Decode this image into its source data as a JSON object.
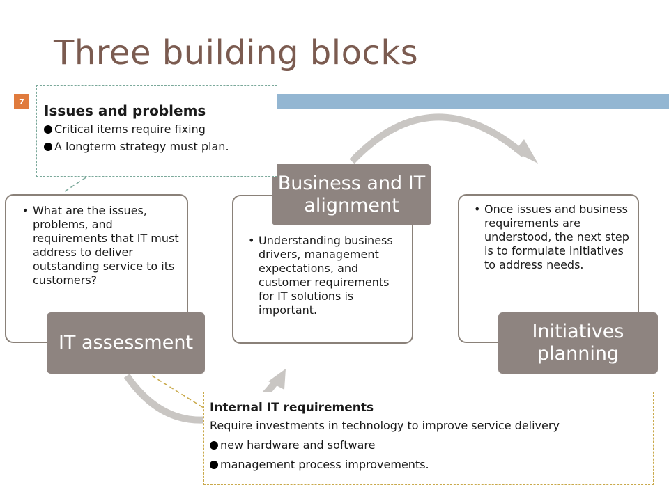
{
  "slide": {
    "title": "Three building blocks",
    "number": "7"
  },
  "blocks": [
    {
      "label": "IT assessment",
      "text": "What are the issues, problems, and requirements that IT must address to deliver outstanding service to its customers?"
    },
    {
      "label": "Business and IT alignment",
      "text": "Understanding business drivers, management expectations, and customer requirements for IT solutions is important."
    },
    {
      "label": "Initiatives planning",
      "text": "Once issues and business requirements are understood, the next step is to formulate initiatives to address needs."
    }
  ],
  "callouts": {
    "issues": {
      "title": "Issues and problems",
      "items": [
        "Critical items require fixing",
        "A longterm strategy must plan."
      ]
    },
    "internal": {
      "title": "Internal IT requirements",
      "subtitle": "Require investments in technology to improve service delivery",
      "items": [
        "new hardware and software",
        "management process improvements."
      ]
    }
  },
  "colors": {
    "title": "#7b5b50",
    "slide_number_bg": "#e07b3d",
    "accent_bar": "#93b6d2",
    "label_bg": "#8e8480",
    "box_border": "#8a8179",
    "arrow": "#c9c6c3",
    "callout_issues_border": "#7aa89a",
    "callout_internal_border": "#c9a94a"
  }
}
